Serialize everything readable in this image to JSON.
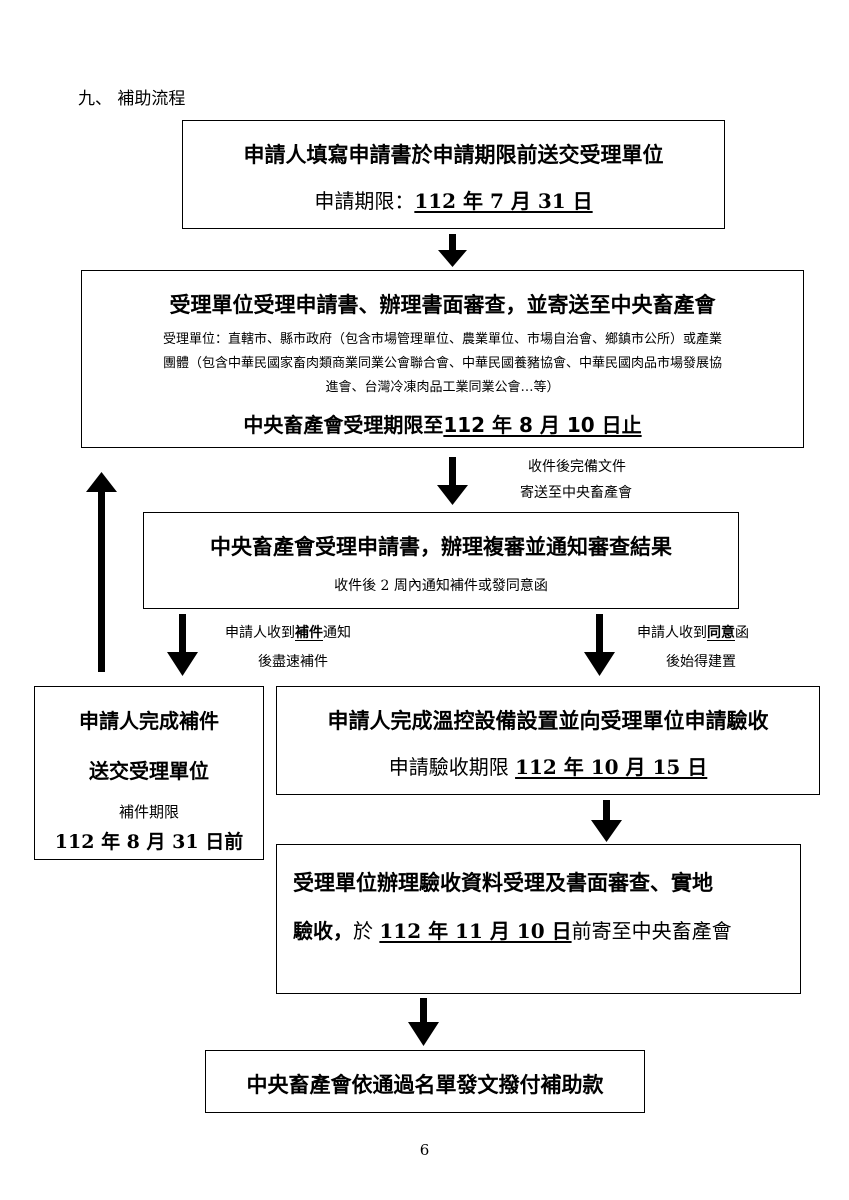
{
  "section_title": "九、 補助流程",
  "box1": {
    "title": "申請人填寫申請書於申請期限前送交受理單位",
    "deadline_label": "申請期限：",
    "deadline_value": "112 年 7 月 31 日"
  },
  "box2": {
    "title": "受理單位受理申請書、辦理書面審查，並寄送至中央畜產會",
    "note_line1": "受理單位：直轄市、縣市政府（包含市場管理單位、農業單位、市場自治會、鄉鎮市公所）或產業",
    "note_line2": "團體（包含中華民國家畜肉類商業同業公會聯合會、中華民國養豬協會、中華民國肉品市場發展協",
    "note_line3": "進會、台灣冷凍肉品工業同業公會…等）",
    "deadline_label": "中央畜產會受理期限至",
    "deadline_value": "112 年 8 月 10 日止"
  },
  "arrow2_label_line1": "收件後完備文件",
  "arrow2_label_line2": "寄送至中央畜產會",
  "box3": {
    "title": "中央畜產會受理申請書，辦理複審並通知審查結果",
    "subtitle": "收件後 2 周內通知補件或發同意函"
  },
  "left_branch": {
    "label_prefix": "申請人收到",
    "label_underlined": "補件",
    "label_suffix": "通知",
    "label_line2": "後盡速補件"
  },
  "right_branch": {
    "label_prefix": "申請人收到",
    "label_underlined": "同意",
    "label_suffix": "函",
    "label_line2": "後始得建置"
  },
  "box4": {
    "title_line1": "申請人完成補件",
    "title_line2": "送交受理單位",
    "deadline_label": "補件期限",
    "deadline_value": "112 年 8 月 31 日前"
  },
  "box5": {
    "title": "申請人完成溫控設備設置並向受理單位申請驗收",
    "deadline_label": "申請驗收期限",
    "deadline_value": "112 年 10 月 15 日"
  },
  "box6": {
    "line1": "受理單位辦理驗收資料受理及書面審查、實地",
    "line2_prefix": "驗收，",
    "line2_mid": "於",
    "line2_date": "112 年 11 月 10 日",
    "line2_suffix": "前寄至中央畜產會"
  },
  "box7": {
    "title": "中央畜產會依通過名單發文撥付補助款"
  },
  "page_number": "6"
}
